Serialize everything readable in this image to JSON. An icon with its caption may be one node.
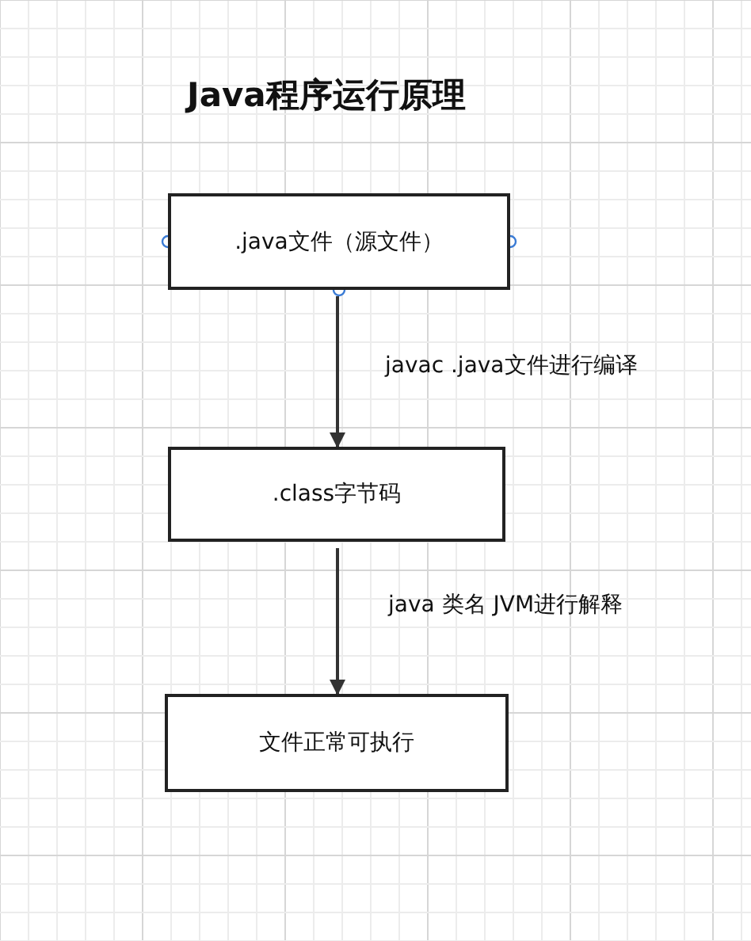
{
  "diagram": {
    "title": "Java程序运行原理",
    "nodes": [
      {
        "text": [
          ".java文件（源文件）"
        ]
      },
      {
        "text": [
          ".class字节码"
        ]
      },
      {
        "text": [
          "文件正常可执行"
        ]
      }
    ],
    "edges": [
      {
        "from": 0,
        "to": 1,
        "arrow": "to",
        "label": "javac .java文件进行编译"
      },
      {
        "from": 1,
        "to": 2,
        "arrow": "to",
        "label": "java 类名 JVM进行解释"
      }
    ]
  }
}
